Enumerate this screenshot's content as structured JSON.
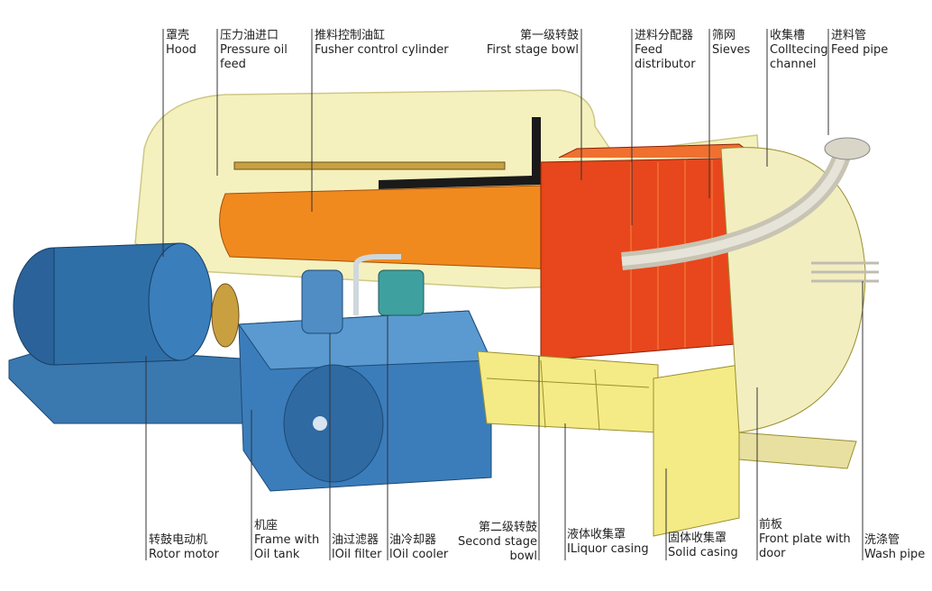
{
  "labels_top": [
    {
      "zh": "罩壳",
      "en": [
        "Hood"
      ]
    },
    {
      "zh": "压力油进口",
      "en": [
        "Pressure oil",
        "feed"
      ]
    },
    {
      "zh": "推料控制油缸",
      "en": [
        "Fusher control cylinder"
      ]
    },
    {
      "zh": "第一级转鼓",
      "en": [
        "First stage bowl"
      ]
    },
    {
      "zh": "进料分配器",
      "en": [
        "Feed",
        "distributor"
      ]
    },
    {
      "zh": "筛网",
      "en": [
        "Sieves"
      ]
    },
    {
      "zh": "收集槽",
      "en": [
        "Colltecing",
        "channel"
      ]
    },
    {
      "zh": "进料管",
      "en": [
        "Feed pipe"
      ]
    }
  ],
  "labels_bottom": [
    {
      "zh": "转鼓电动机",
      "en": [
        "Rotor motor"
      ]
    },
    {
      "zh": "机座",
      "en": [
        "Frame with",
        "Oil tank"
      ]
    },
    {
      "zh": "油过滤器",
      "en": [
        "lOil filter"
      ]
    },
    {
      "zh": "油冷却器",
      "en": [
        "lOil cooler"
      ]
    },
    {
      "zh": "第二级转鼓",
      "en": [
        "Second stage",
        "bowl"
      ]
    },
    {
      "zh": "液体收集罩",
      "en": [
        "ILiquor casing"
      ]
    },
    {
      "zh": "固体收集罩",
      "en": [
        "Solid casing"
      ]
    },
    {
      "zh": "前板",
      "en": [
        "Front plate with",
        "door"
      ]
    },
    {
      "zh": "洗涤管",
      "en": [
        "Wash pipe"
      ]
    }
  ],
  "colors": {
    "hood": "#f3efb0",
    "motor": "#2f6fa8",
    "cylinder": "#f08a1e",
    "bowl": "#e8461c",
    "casing": "#f2ea8a",
    "pipe": "#d9d6c8"
  }
}
